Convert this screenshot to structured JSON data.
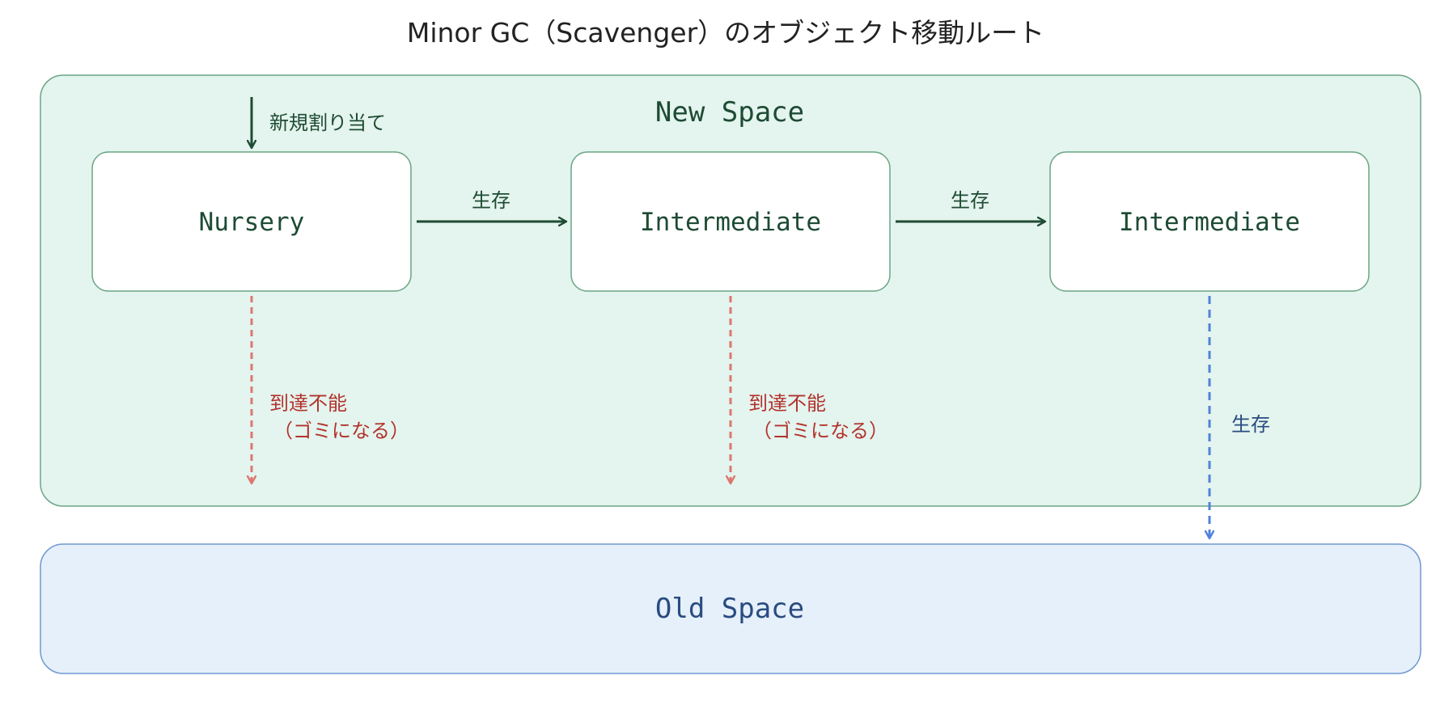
{
  "title": "Minor GC（Scavenger）のオブジェクト移動ルート",
  "new_space": {
    "label": "New Space"
  },
  "old_space": {
    "label": "Old Space"
  },
  "nodes": {
    "nursery": {
      "label": "Nursery"
    },
    "intermediate_1": {
      "label": "Intermediate"
    },
    "intermediate_2": {
      "label": "Intermediate"
    }
  },
  "edges": {
    "allocation": {
      "label": "新規割り当て"
    },
    "nursery_to_intermediate": {
      "label": "生存"
    },
    "intermediate_to_intermediate": {
      "label": "生存"
    },
    "nursery_garbage": {
      "label_line1": "到達不能",
      "label_line2": "（ゴミになる）"
    },
    "intermediate_garbage": {
      "label_line1": "到達不能",
      "label_line2": "（ゴミになる）"
    },
    "promote_to_old": {
      "label": "生存"
    }
  },
  "colors": {
    "new_space_fill": "#e4f4ee",
    "new_space_stroke": "#6aa585",
    "old_space_fill": "#e6f0fa",
    "old_space_stroke": "#6f98d0",
    "node_fill": "#ffffff",
    "node_stroke": "#6aa585",
    "survive_arrow": "#1e4b34",
    "garbage_arrow": "#dd7670",
    "garbage_text": "#b2322c",
    "promote_arrow": "#4f83d9",
    "promote_text": "#294c80",
    "node_text": "#1e4b34",
    "title_text": "#222222"
  }
}
